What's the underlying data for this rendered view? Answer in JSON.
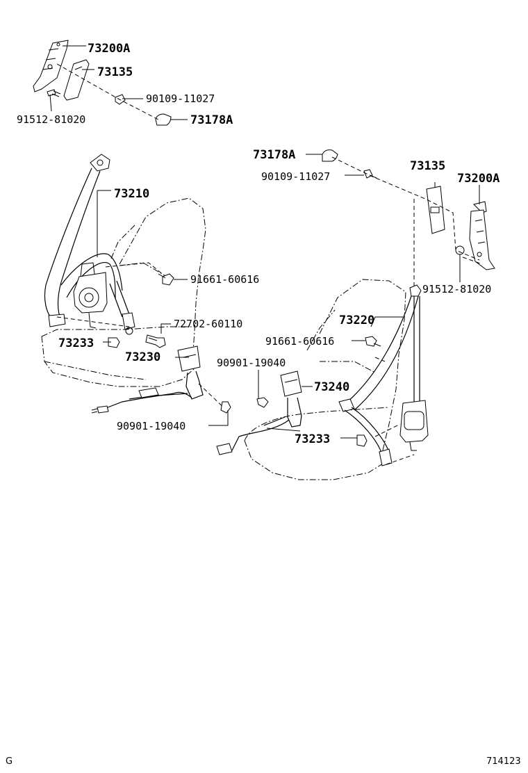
{
  "parts": {
    "top_73200a": "73200A",
    "top_73135": "73135",
    "top_90109": "90109-11027",
    "top_91512": "91512-81020",
    "top_73178a": "73178A",
    "left_73210": "73210",
    "left_91661": "91661-60616",
    "left_72702": "72702-60110",
    "left_73233": "73233",
    "left_73230": "73230",
    "left_90901": "90901-19040",
    "right_73178a": "73178A",
    "right_90109": "90109-11027",
    "right_73135": "73135",
    "right_73200a": "73200A",
    "right_91512": "91512-81020",
    "right_73220": "73220",
    "right_91661": "91661-60616",
    "right_90901": "90901-19040",
    "right_73240": "73240",
    "right_73233": "73233"
  },
  "footer": {
    "left_code": "G",
    "diagram_number": "714123"
  }
}
